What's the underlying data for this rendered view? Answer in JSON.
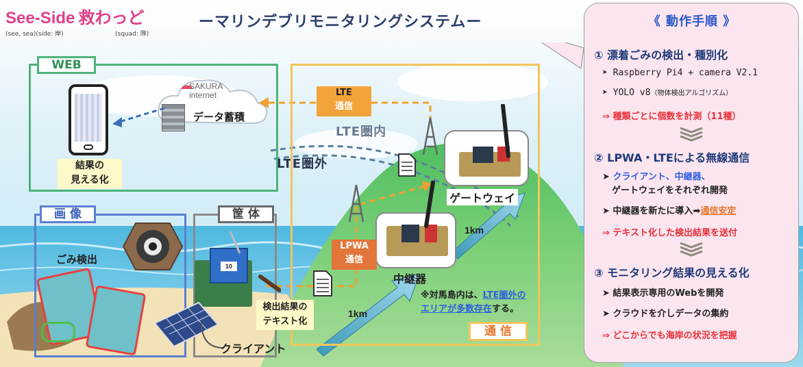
{
  "header": {
    "title_en": "See-Side",
    "title_jp": "救わっど",
    "subtitle": "ーマリンデブリモニタリングシステムー",
    "note1": "(see, sea)(side: 岸)",
    "note2": "(squad: 隊)"
  },
  "sections": {
    "web": "WEB",
    "image": "画 像",
    "housing": "筐 体",
    "comm": "通 信"
  },
  "labels": {
    "sakura_line1": "SAKURA",
    "sakura_line2": "internet",
    "data_store": "データ蓄積",
    "result_view": [
      "結果の",
      "見える化"
    ],
    "lte_box": [
      "LTE",
      "通信"
    ],
    "lte_in": "LTE圏内",
    "lte_out": "LTE圏外",
    "gateway": "ゲートウェイ",
    "km1": "1km",
    "km2": "1km",
    "lpwa_box": [
      "LPWA",
      "通信"
    ],
    "relay": "中継器",
    "detect_text": [
      "検出結果の",
      "テキスト化"
    ],
    "client": "クライアント",
    "trash_detect": "ごみ検出",
    "island_note_pre": "※対馬島内は、",
    "island_note_link1": "LTE圏外の",
    "island_note_link2": "エリアが多数存在",
    "island_note_post": "する。",
    "device_label": "10"
  },
  "procedure": {
    "title": "《 動作手順 》",
    "steps": [
      {
        "title": "① 漂着ごみの検出・種別化",
        "items": [
          {
            "text": "Raspberry Pi4 + camera V2.1",
            "mono": true
          },
          {
            "text": "YOLO v8",
            "mono": true,
            "small": "（物体検出アルゴリズム）"
          }
        ],
        "result": "⇒ 種類ごとに個数を計測（11種）"
      },
      {
        "title": "② LPWA・LTEによる無線通信",
        "items": [
          {
            "text_blue": "クライアント、中継器、",
            "text_blue2": "ゲートウェイ",
            "text_rest": "をそれぞれ開発"
          },
          {
            "text_pre": "中継器を新たに導入➡",
            "text_link": "通信安定"
          }
        ],
        "result": "⇒ テキスト化した検出結果を送付"
      },
      {
        "title": "③ モニタリング結果の見える化",
        "items": [
          {
            "text": "結果表示専用のWebを開発"
          },
          {
            "text": "クラウドを介しデータの集約"
          }
        ],
        "result": "⇒ どこからでも海岸の状況を把握"
      }
    ]
  },
  "colors": {
    "title_pink": "#e0408a",
    "web_green": "#4db37a",
    "image_blue": "#5b7fd0",
    "housing_gray": "#8a8a8a",
    "comm_yellow": "#f2c55a",
    "arrow_orange": "#f0a030",
    "proc_navy": "#1f3a7a",
    "proc_red": "#e8303a",
    "proc_blue": "#2f5fe0"
  }
}
